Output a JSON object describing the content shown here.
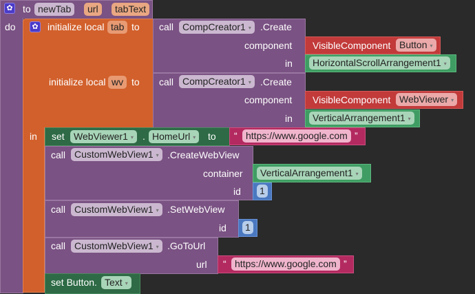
{
  "procedure": {
    "to": "to",
    "name": "newTab",
    "params": [
      "url",
      "tabText"
    ],
    "do": "do"
  },
  "init1": {
    "label": "initialize local",
    "var": "tab",
    "to": "to",
    "call": "call",
    "component": "CompCreator1",
    "method": ".Create",
    "arg1": "component",
    "arg2": "in",
    "visible_label": "VisibleComponent",
    "visible_type": "Button",
    "container": "HorizontalScrollArrangement1"
  },
  "init2": {
    "label": "initialize local",
    "var": "wv",
    "to": "to",
    "call": "call",
    "component": "CompCreator1",
    "method": ".Create",
    "arg1": "component",
    "arg2": "in",
    "visible_label": "VisibleComponent",
    "visible_type": "WebViewer",
    "container": "VerticalArrangement1"
  },
  "in_label": "in",
  "set1": {
    "set": "set",
    "component": "WebViewer1",
    "dot": ".",
    "property": "HomeUrl",
    "to": "to",
    "open_quote": "“",
    "value": "https://www.google.com",
    "close_quote": "”"
  },
  "call1": {
    "call": "call",
    "component": "CustomWebView1",
    "method": ".CreateWebView",
    "arg1": "container",
    "arg1_value": "VerticalArrangement1",
    "arg2": "id",
    "arg2_value": "1"
  },
  "call2": {
    "call": "call",
    "component": "CustomWebView1",
    "method": ".SetWebView",
    "arg1": "id",
    "arg1_value": "1"
  },
  "call3": {
    "call": "call",
    "component": "CustomWebView1",
    "method": ".GoToUrl",
    "arg1": "url",
    "open_quote": "“",
    "arg1_value": "https://www.google.com",
    "close_quote": "”"
  },
  "set2": {
    "set": "set Button.",
    "property": "Text"
  },
  "dropdown_glyph": "▾",
  "colors": {
    "procedure": "#7a5283",
    "local": "#d2602c",
    "setter": "#2d6a45",
    "component": "#3f9d63",
    "visible": "#c23a3a",
    "text": "#b32a60",
    "number": "#4a78c0",
    "workspace": "#2a2a2a"
  }
}
